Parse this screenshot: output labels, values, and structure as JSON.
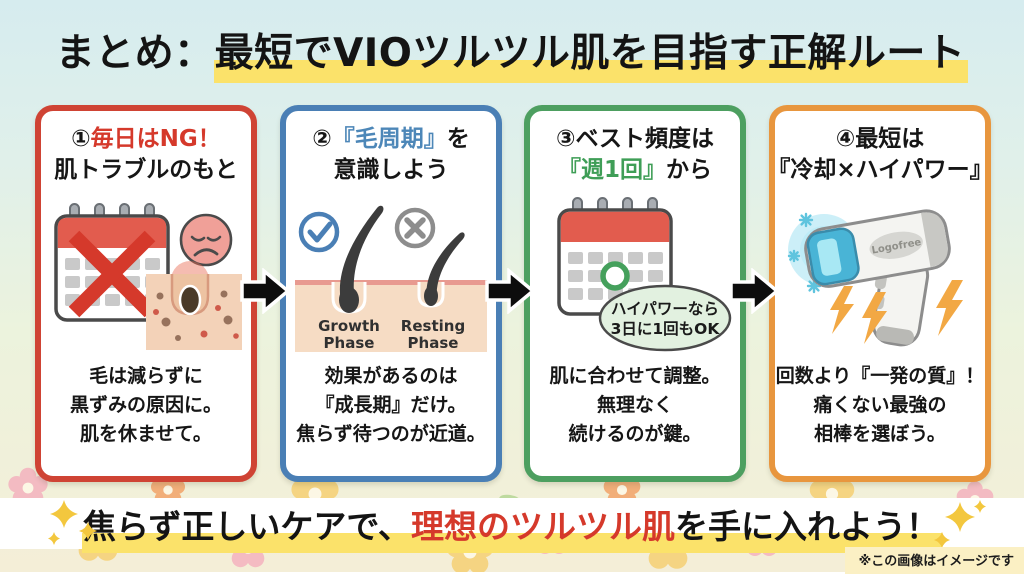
{
  "title": {
    "prefix": "まとめ：",
    "highlight": "最短でVIOツルツル肌を目指す正解ルート"
  },
  "colors": {
    "card1_accent": "#cf4334",
    "card2_accent": "#4a7fb5",
    "card3_accent": "#4d9f60",
    "card4_accent": "#e8963e",
    "title_highlight": "#fbe26a",
    "banner_accent_text": "#d5392b",
    "bubble_fill": "#e2f1e0",
    "calendar_header": "#e25c4e"
  },
  "cards": [
    {
      "title_num": "①",
      "title_accent": "毎日はNG！",
      "title_line2": "肌トラブルのもと",
      "body": [
        "毛は減らずに",
        "黒ずみの原因に。",
        "肌を休ませて。"
      ]
    },
    {
      "title_num": "②",
      "title_accent": "『毛周期』",
      "title_suffix": "を",
      "title_line2": "意識しよう",
      "growth_label_1": "Growth",
      "growth_label_2": "Phase",
      "resting_label_1": "Resting",
      "resting_label_2": "Phase",
      "body": [
        "効果があるのは",
        "『成長期』だけ。",
        "焦らず待つのが近道。"
      ]
    },
    {
      "title_line1": "③ベスト頻度は",
      "title_accent": "『週1回』",
      "title_suffix": "から",
      "bubble": [
        "ハイパワーなら",
        "3日に1回もOK"
      ],
      "body": [
        "肌に合わせて調整。",
        "無理なく",
        "続けるのが鍵。"
      ]
    },
    {
      "title_line1": "④最短は",
      "title_line2": "『冷却×ハイパワー』",
      "device_label": "Logofree",
      "body": [
        "回数より『一発の質』！",
        "痛くない最強の",
        "相棒を選ぼう。"
      ]
    }
  ],
  "banner": {
    "pre": "焦らず正しいケアで、",
    "accent": "理想のツルツル肌",
    "post": "を手に入れよう！"
  },
  "footnote": "※この画像はイメージです"
}
